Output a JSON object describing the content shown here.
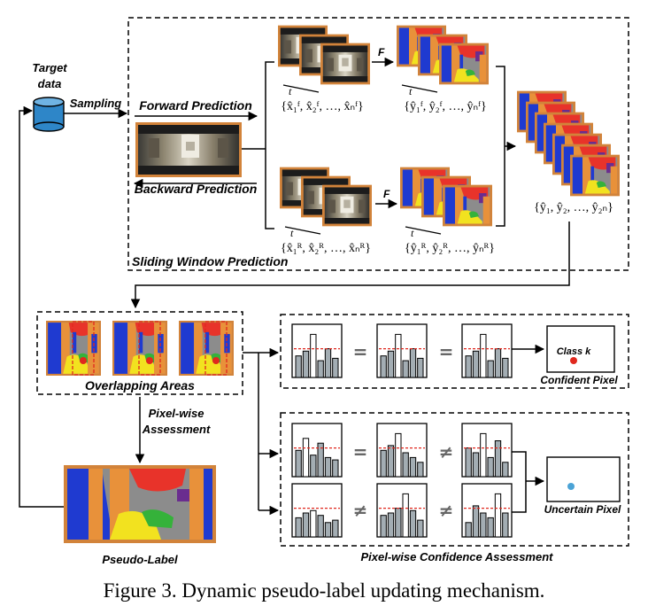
{
  "figure": {
    "caption": "Figure 3. Dynamic pseudo-label updating mechanism.",
    "target_data_line1": "Target",
    "target_data_line2": "data",
    "sampling": "Sampling",
    "forward_prediction": "Forward Prediction",
    "backward_prediction": "Backward Prediction",
    "sliding_window_prediction": "Sliding Window Prediction",
    "t_label": "t",
    "f_label": "F",
    "set_forward_inputs": "{x̂₁ᶠ, x̂₂ᶠ, …, x̂ₙᶠ}",
    "set_forward_outputs": "{ŷ₁ᶠ, ŷ₂ᶠ, …, ŷₙᶠ}",
    "set_backward_inputs": "{x̂₁ᴿ, x̂₂ᴿ, …, x̂ₙᴿ}",
    "set_backward_outputs": "{ŷ₁ᴿ, ŷ₂ᴿ, …, ŷₙᴿ}",
    "set_all_outputs": "{ŷ₁, ŷ₂, …, ŷ₂ₙ}",
    "overlapping_areas": "Overlapping Areas",
    "pixelwise_assessment_line1": "Pixel-wise",
    "pixelwise_assessment_line2": "Assessment",
    "pseudo_label": "Pseudo-Label",
    "class_k": "Class k",
    "confident_pixel": "Confident Pixel",
    "uncertain_pixel": "Uncertain Pixel",
    "pixelwise_confidence_assessment": "Pixel-wise Confidence Assessment",
    "equals_symbol": "=",
    "not_equals_symbol": "≠"
  },
  "colors": {
    "bar_fill": "#a3adb3",
    "threshold_line": "#e0281e",
    "class_k_dot": "#e0281e",
    "uncertain_dot": "#4ba3d6",
    "database": "#2e86c8",
    "seg_blue": "#1f3ad0",
    "seg_orange": "#e8913a",
    "seg_red": "#e8332a",
    "seg_yellow": "#f2e21f",
    "seg_green": "#35b23a",
    "seg_gray": "#8c8c8c"
  },
  "histograms": {
    "confident_row": [
      [
        0.45,
        0.55,
        0.9,
        0.35,
        0.6,
        0.4
      ],
      [
        0.45,
        0.55,
        0.9,
        0.35,
        0.6,
        0.4
      ],
      [
        0.45,
        0.55,
        0.9,
        0.35,
        0.6,
        0.4
      ]
    ],
    "uncertain_row1": [
      [
        0.55,
        0.8,
        0.45,
        0.7,
        0.4,
        0.35
      ],
      [
        0.55,
        0.65,
        0.9,
        0.5,
        0.4,
        0.3
      ],
      [
        0.6,
        0.5,
        0.9,
        0.4,
        0.75,
        0.3
      ]
    ],
    "uncertain_row2": [
      [
        0.4,
        0.5,
        0.55,
        0.45,
        0.3,
        0.35
      ],
      [
        0.45,
        0.5,
        0.6,
        0.9,
        0.55,
        0.35
      ],
      [
        0.3,
        0.65,
        0.5,
        0.4,
        0.9,
        0.5
      ]
    ]
  }
}
